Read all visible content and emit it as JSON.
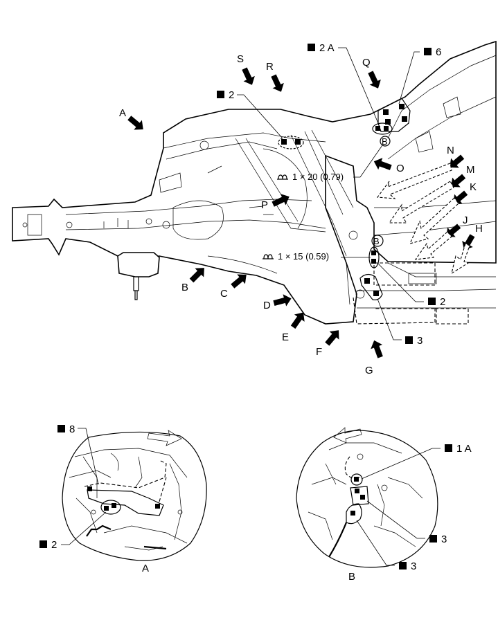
{
  "view_arrows": {
    "A": "A",
    "B": "B",
    "C": "C",
    "D": "D",
    "E": "E",
    "F": "F",
    "G": "G",
    "H": "H",
    "J": "J",
    "K": "K",
    "M": "M",
    "N": "N",
    "O": "O",
    "P": "P",
    "Q": "Q",
    "R": "R",
    "S": "S"
  },
  "callouts": {
    "top_2": "2",
    "top_2A": "2 A",
    "top_6": "6",
    "right_2": "2",
    "right_3": "3",
    "weld_1": "1 × 20 (0.79)",
    "weld_2": "1 × 15 (0.59)",
    "circle_marker_1": "B",
    "circle_marker_2": "B"
  },
  "detail_A": {
    "title": "A",
    "callout_8": "8",
    "callout_2": "2"
  },
  "detail_B": {
    "title": "B",
    "callout_1A": "1 A",
    "callout_3a": "3",
    "callout_3b": "3"
  },
  "icons": {
    "callout_marker": "filled-square-icon",
    "weld_symbol": "spot-weld-symbol-icon"
  }
}
